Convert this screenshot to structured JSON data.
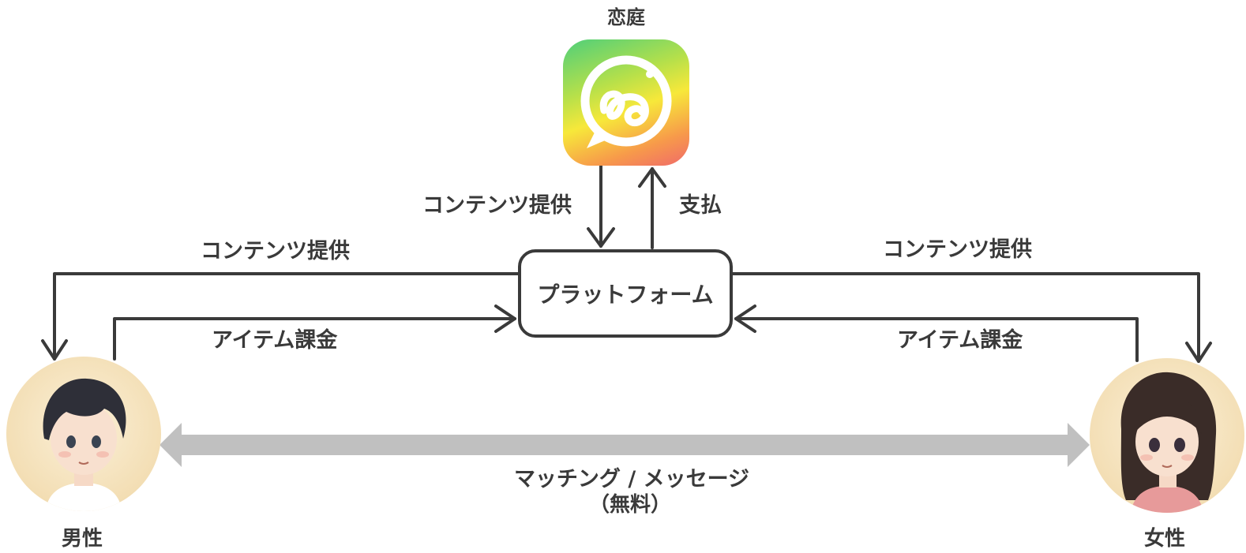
{
  "app": {
    "name": "恋庭",
    "icon": "chat-bubble-logo-icon"
  },
  "platform": {
    "label": "プラットフォーム"
  },
  "flows": {
    "app_to_platform": "コンテンツ提供",
    "platform_to_app": "支払",
    "platform_to_male": "コンテンツ提供",
    "male_to_platform": "アイテム課金",
    "platform_to_female": "コンテンツ提供",
    "female_to_platform": "アイテム課金"
  },
  "users": {
    "male": {
      "label": "男性",
      "icon": "boy-avatar-icon"
    },
    "female": {
      "label": "女性",
      "icon": "girl-avatar-icon"
    }
  },
  "matching": {
    "label": "マッチング / メッセージ",
    "sublabel": "（無料）"
  },
  "colors": {
    "line": "#3a3a3a",
    "matching_arrow": "#c0c0c0",
    "text": "#3a3a3a"
  }
}
